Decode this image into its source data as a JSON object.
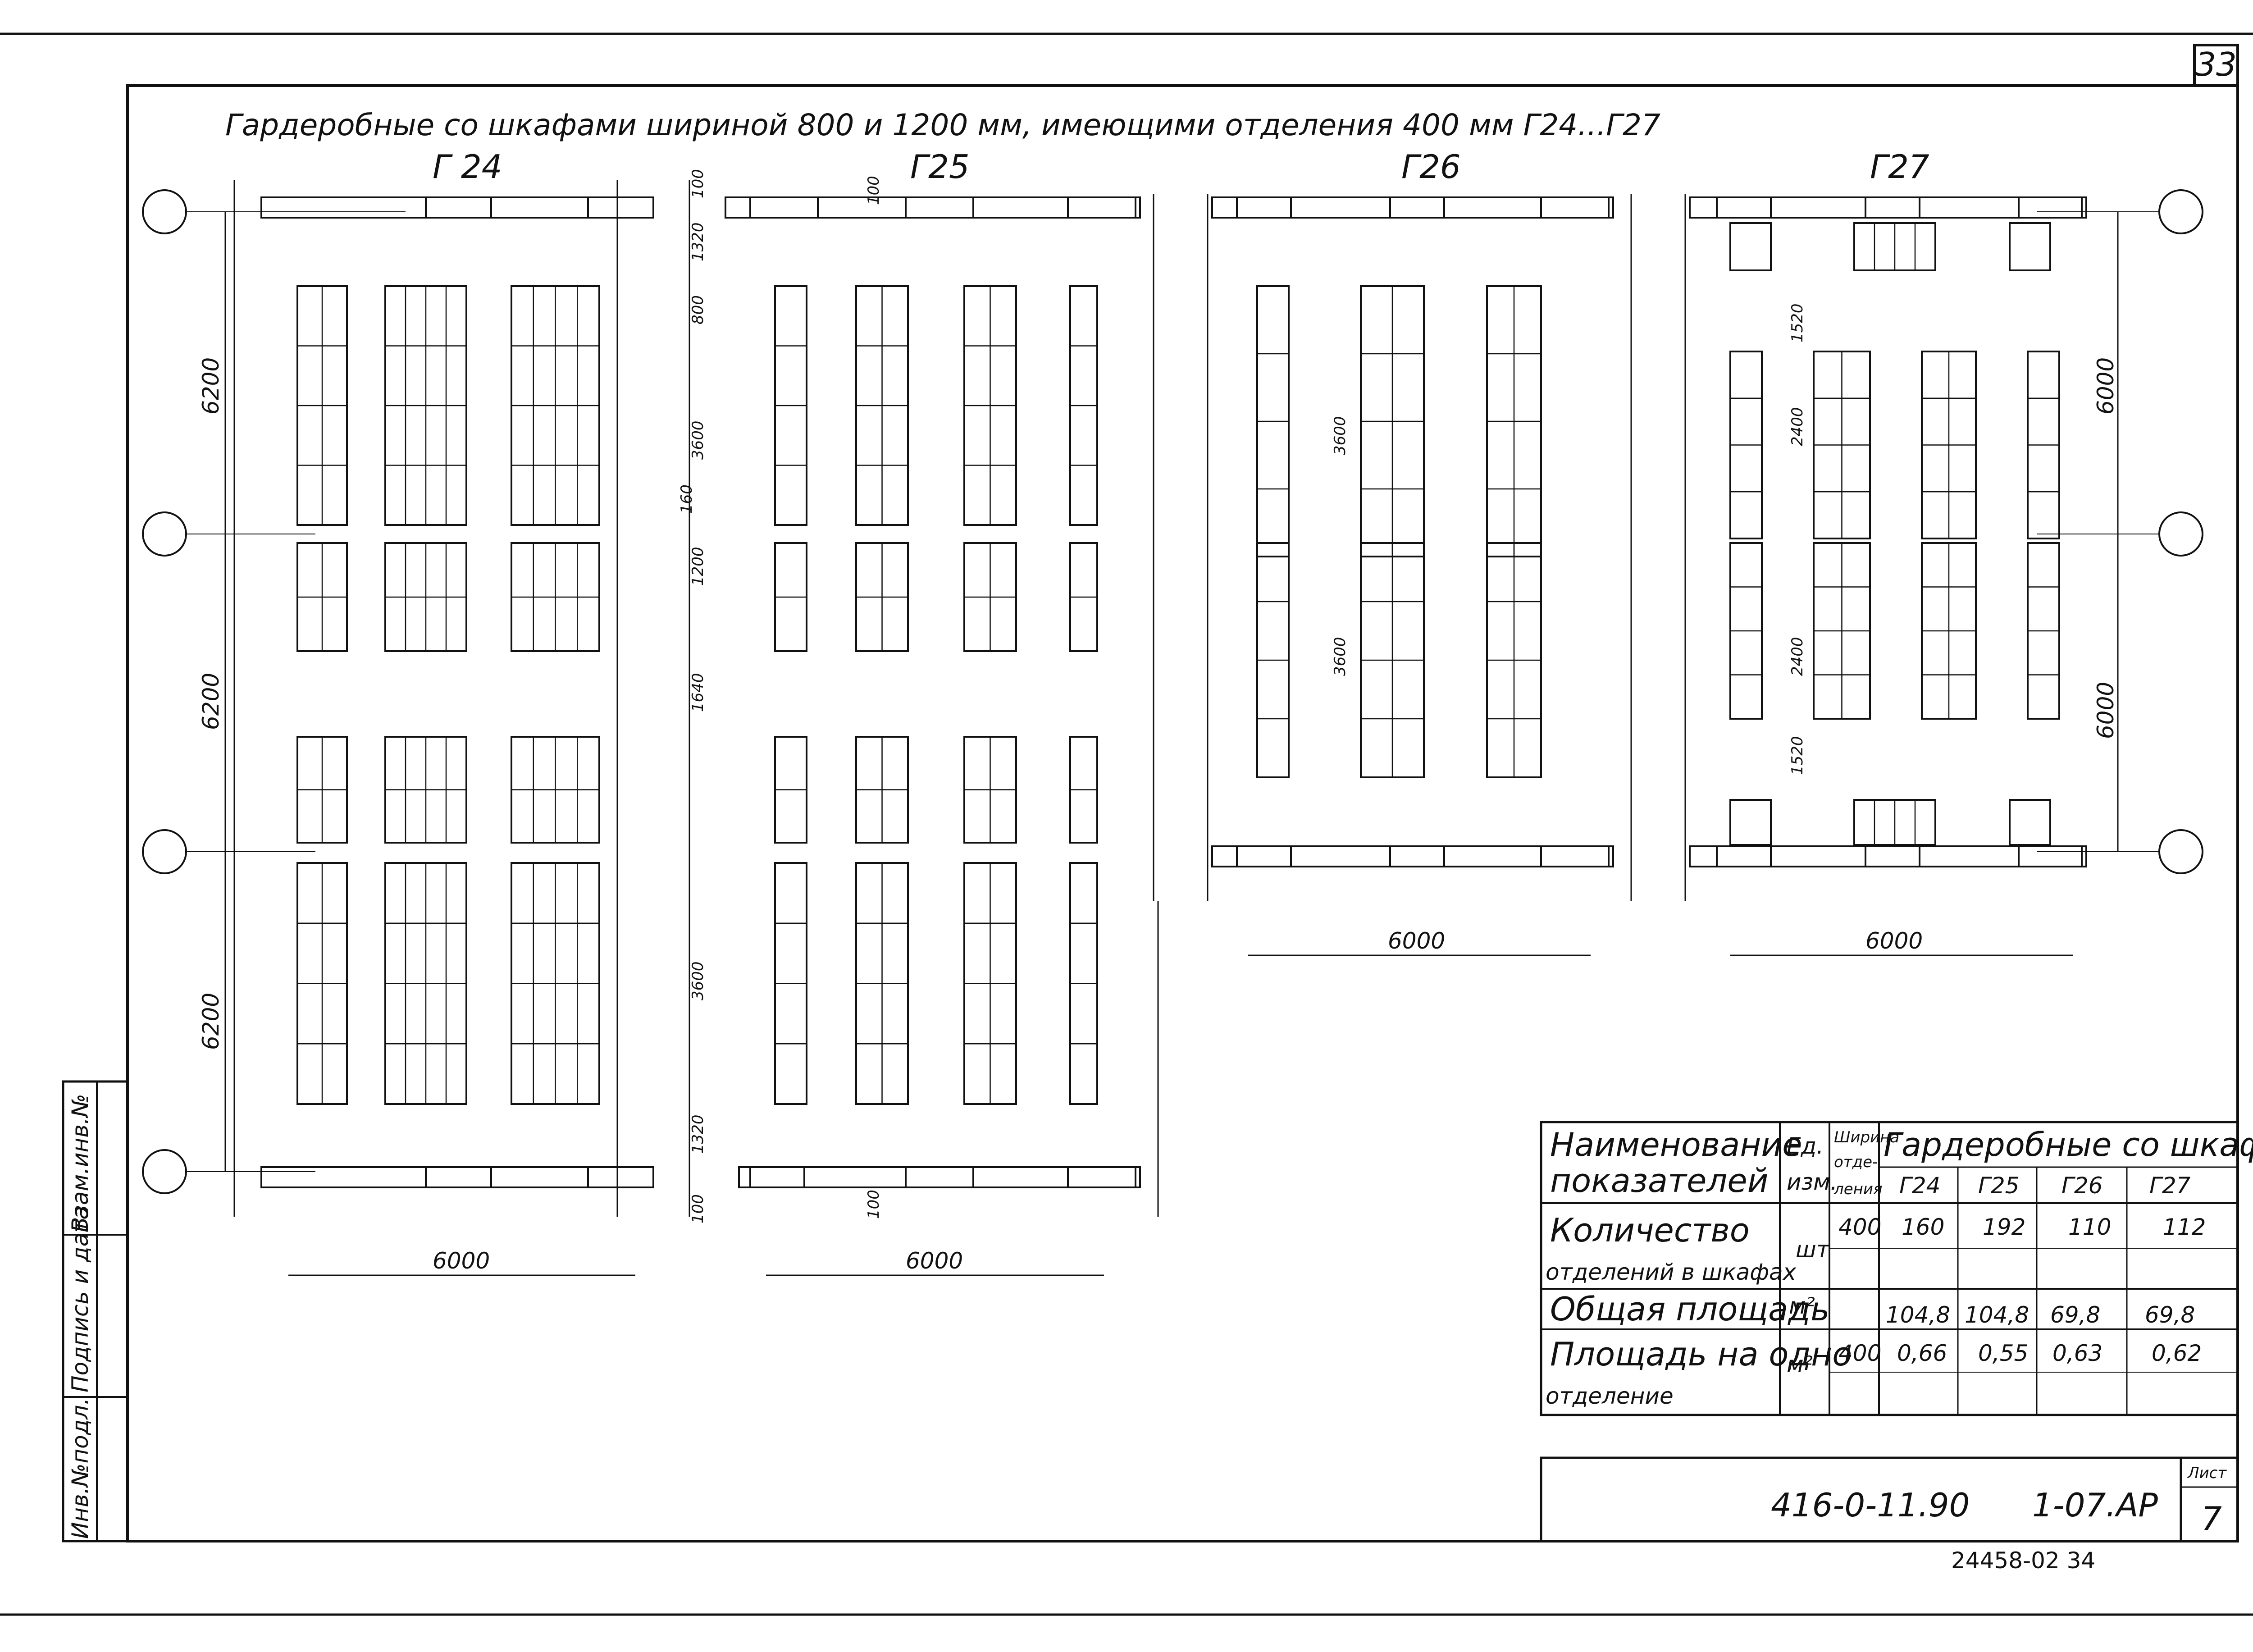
{
  "sheet": {
    "page_number": "33",
    "title": "Гардеробные со шкафами шириной 800 и 1200 мм, имеющими отделения 400 мм   Г24...Г27",
    "plans": [
      {
        "label": "Г 24"
      },
      {
        "label": "Г25"
      },
      {
        "label": "Г26"
      },
      {
        "label": "Г27"
      }
    ],
    "dims": {
      "d6000": "6000",
      "d6200": "6200",
      "d6000v": "6000",
      "d100": "100",
      "d160": "160",
      "d800": "800",
      "d1200": "1200",
      "d1320": "1320",
      "d1640": "1640",
      "d1520": "1520",
      "d2400": "2400",
      "d3600": "3600"
    },
    "left_strip": [
      "Инв.№подл.",
      "Подпись и дата",
      "Взам.инв.№"
    ],
    "table": {
      "h_name": [
        "Наименование",
        "показателей"
      ],
      "h_unit": [
        "Ед.",
        "изм."
      ],
      "h_width": [
        "Ширина",
        "отде-",
        "ления"
      ],
      "h_group": "Гардеробные со шкафами",
      "cols": [
        "Г24",
        "Г25",
        "Г26",
        "Г27"
      ],
      "rows": [
        {
          "name": [
            "Количество",
            "отделений в шкафах"
          ],
          "unit": "шт",
          "width": "400",
          "values": [
            "160",
            "192",
            "110",
            "112"
          ]
        },
        {
          "name": [
            "Общая площадь"
          ],
          "unit": "м²",
          "width": "",
          "values": [
            "104,8",
            "104,8",
            "69,8",
            "69,8"
          ]
        },
        {
          "name": [
            "Площадь на одно",
            "отделение"
          ],
          "unit": "м²",
          "width": "400",
          "values": [
            "0,66",
            "0,55",
            "0,63",
            "0,62"
          ]
        }
      ]
    },
    "stamp": {
      "code": "416-0-11.90",
      "sheet_code": "1-07.АР",
      "list_label": "Лист",
      "list_no": "7"
    },
    "footer_number": "24458-02  34"
  }
}
